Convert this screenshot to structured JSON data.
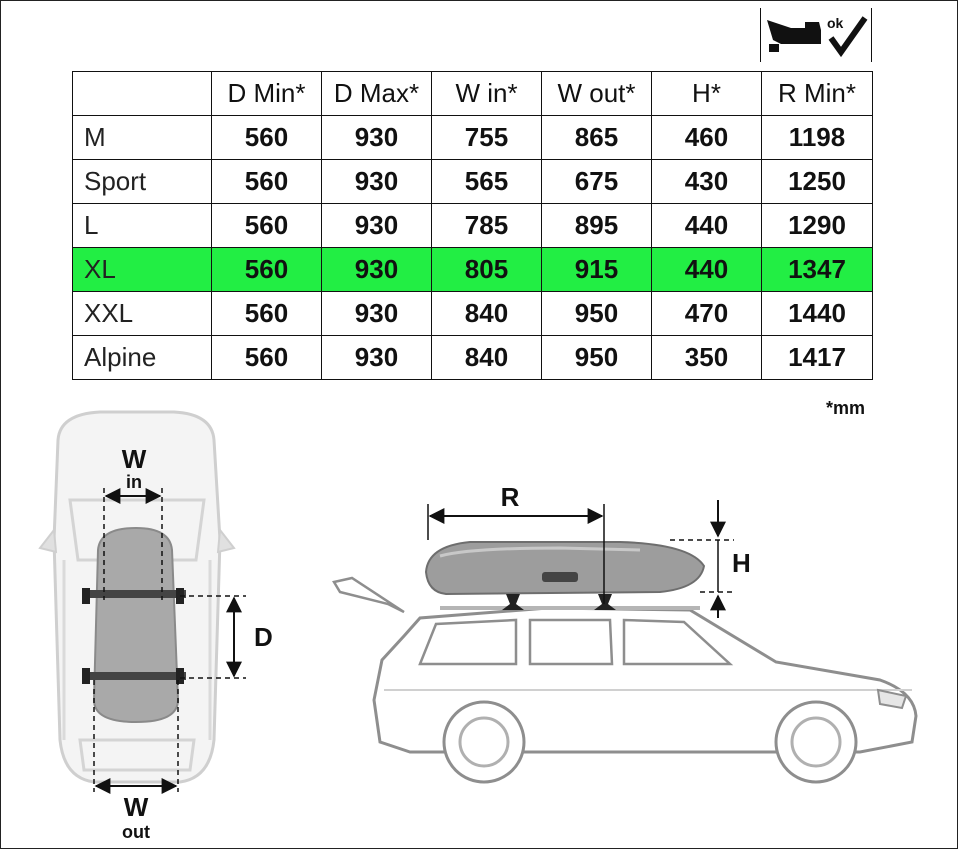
{
  "table": {
    "headers": [
      "",
      "D Min*",
      "D Max*",
      "W in*",
      "W out*",
      "H*",
      "R Min*"
    ],
    "highlight_color": "#22ee44",
    "rows": [
      {
        "label": "M",
        "values": [
          "560",
          "930",
          "755",
          "865",
          "460",
          "1198"
        ]
      },
      {
        "label": "Sport",
        "values": [
          "560",
          "930",
          "565",
          "675",
          "430",
          "1250"
        ]
      },
      {
        "label": "L",
        "values": [
          "560",
          "930",
          "785",
          "895",
          "440",
          "1290"
        ]
      },
      {
        "label": "XL",
        "values": [
          "560",
          "930",
          "805",
          "915",
          "440",
          "1347"
        ],
        "highlighted": true
      },
      {
        "label": "XXL",
        "values": [
          "560",
          "930",
          "840",
          "950",
          "470",
          "1440"
        ]
      },
      {
        "label": "Alpine",
        "values": [
          "560",
          "930",
          "840",
          "950",
          "350",
          "1417"
        ]
      }
    ]
  },
  "unit_note": "*mm",
  "badge": {
    "text": "ok",
    "icon": "trunk-open-check-icon"
  },
  "top_view": {
    "w_in_label": "W",
    "w_in_sub": "in",
    "d_label": "D",
    "w_out_label": "W",
    "w_out_sub": "out"
  },
  "side_view": {
    "r_label": "R",
    "h_label": "H"
  }
}
